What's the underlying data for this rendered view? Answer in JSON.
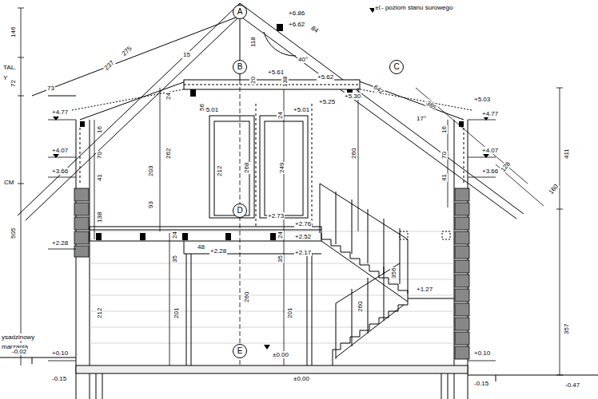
{
  "diagram": {
    "nodes": [
      {
        "text": [
          "A"
        ]
      },
      {
        "text": [
          "B"
        ]
      },
      {
        "text": [
          "C"
        ]
      },
      {
        "text": [
          "D"
        ]
      },
      {
        "text": [
          "E"
        ]
      }
    ],
    "labels": [
      "±0.00",
      "- poziom stanu surowego",
      "146",
      "72",
      "TAL.",
      "Y",
      "CM",
      "505",
      "ysadzinowy",
      "marzania",
      "-0.02",
      "275",
      "237",
      "73",
      "15",
      "+6.86",
      "+6.62",
      "84",
      "118",
      "+5.61",
      "138",
      "20",
      "40°",
      "+5.62",
      "642",
      "+5.03",
      "+4.77",
      "+4.77",
      "385",
      "17°",
      "16",
      "16",
      "+5.01",
      "+5.01",
      "+5.25",
      "+5.30",
      "56",
      "24",
      "24",
      "262",
      "212",
      "268",
      "249",
      "260",
      "70",
      "70",
      "+4.07",
      "+4.07",
      "41",
      "41",
      "203",
      "93",
      "+3.66",
      "+3.66",
      "128",
      "160",
      "411",
      "138",
      "24",
      "+2.73",
      "+2.76",
      "+2.52",
      "48",
      "+2.28",
      "+2.28",
      "35",
      "24",
      "35",
      "+2.17",
      "356",
      "+1.27",
      "260",
      "212",
      "201",
      "260",
      "201",
      "357",
      "±0.00",
      "+0.10",
      "+0.10",
      "-0.15",
      "-0.15",
      "±0.00",
      "-0.47"
    ]
  }
}
